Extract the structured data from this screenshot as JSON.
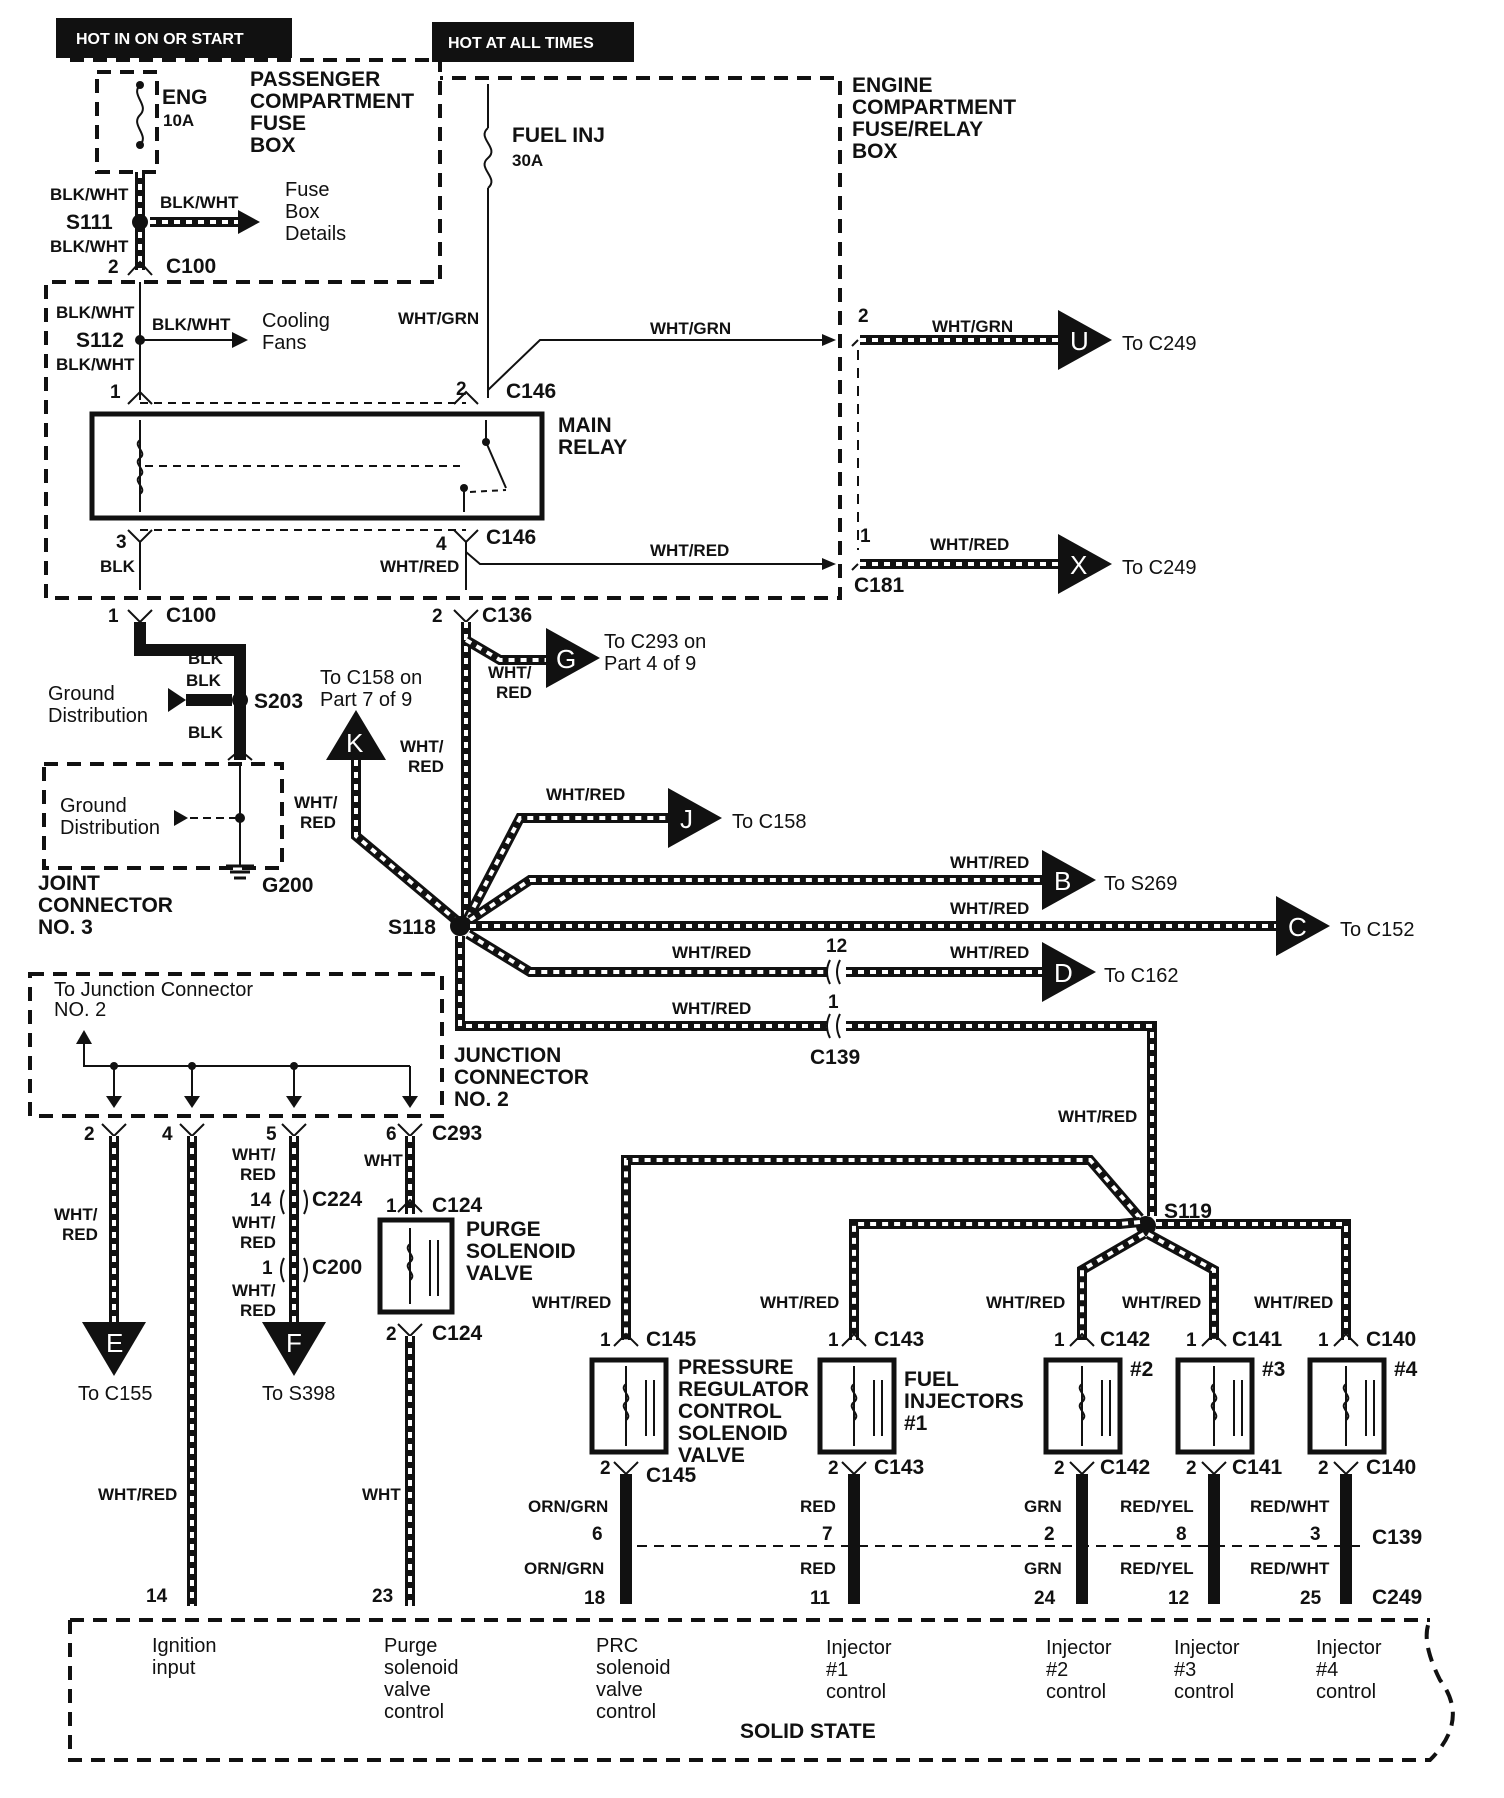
{
  "banners": {
    "hot_in_on": "HOT IN ON OR START",
    "hot_all_times": "HOT AT ALL TIMES"
  },
  "fuses": {
    "eng": {
      "name": "ENG",
      "rating": "10A"
    },
    "fuel_inj": {
      "name": "FUEL INJ",
      "rating": "30A"
    }
  },
  "boxes": {
    "passenger_fuse_box": [
      "PASSENGER",
      "COMPARTMENT",
      "FUSE",
      "BOX"
    ],
    "engine_fuse_relay_box": [
      "ENGINE",
      "COMPARTMENT",
      "FUSE/RELAY",
      "BOX"
    ],
    "main_relay": [
      "MAIN",
      "RELAY"
    ],
    "joint_connector": [
      "JOINT",
      "CONNECTOR",
      "NO. 3"
    ],
    "junction_connector": [
      "JUNCTION",
      "CONNECTOR",
      "NO. 2"
    ],
    "solid_state": "SOLID STATE"
  },
  "splices": {
    "s111": "S111",
    "s112": "S112",
    "s203": "S203",
    "s118": "S118",
    "s119": "S119"
  },
  "connectors": {
    "c100": "C100",
    "c146": "C146",
    "c136": "C136",
    "c181": "C181",
    "c139": "C139",
    "c293": "C293",
    "c224": "C224",
    "c200": "C200",
    "c124": "C124",
    "c145": "C145",
    "c143": "C143",
    "c142": "C142",
    "c141": "C141",
    "c140": "C140",
    "c249": "C249",
    "g200": "G200"
  },
  "wire_colors": {
    "blk_wht": "BLK/WHT",
    "wht_grn": "WHT/GRN",
    "wht_red": "WHT/RED",
    "blk": "BLK",
    "wht": "WHT",
    "orn_grn": "ORN/GRN",
    "red": "RED",
    "grn": "GRN",
    "red_yel": "RED/YEL",
    "red_wht": "RED/WHT",
    "wht_slash": "WHT/",
    "red_only": "RED"
  },
  "side_labels": {
    "fuse_box_details": [
      "Fuse",
      "Box",
      "Details"
    ],
    "cooling_fans": [
      "Cooling",
      "Fans"
    ],
    "ground_distribution": [
      "Ground",
      "Distribution"
    ],
    "to_junction_connector": [
      "To Junction Connector",
      "NO. 2"
    ]
  },
  "offpage": {
    "u": {
      "letter": "U",
      "text": "To C249"
    },
    "x": {
      "letter": "X",
      "text": "To C249"
    },
    "g": {
      "letter": "G",
      "text": [
        "To C293 on",
        "Part 4 of 9"
      ]
    },
    "k": {
      "letter": "K",
      "text": [
        "To C158 on",
        "Part 7 of 9"
      ]
    },
    "j": {
      "letter": "J",
      "text": "To C158"
    },
    "b": {
      "letter": "B",
      "text": "To S269"
    },
    "c": {
      "letter": "C",
      "text": "To C152"
    },
    "d": {
      "letter": "D",
      "text": "To C162"
    },
    "e": {
      "letter": "E",
      "text": "To C155"
    },
    "f": {
      "letter": "F",
      "text": "To S398"
    }
  },
  "components": {
    "purge": [
      "PURGE",
      "SOLENOID",
      "VALVE"
    ],
    "prc": [
      "PRESSURE",
      "REGULATOR",
      "CONTROL",
      "SOLENOID",
      "VALVE"
    ],
    "fuel_inj": [
      "FUEL",
      "INJECTORS",
      "#1"
    ],
    "inj2": "#2",
    "inj3": "#3",
    "inj4": "#4"
  },
  "pins": {
    "p1": "1",
    "p2": "2",
    "p3": "3",
    "p4": "4",
    "p5": "5",
    "p6": "6",
    "p7": "7",
    "p8": "8",
    "p11": "11",
    "p12": "12",
    "p14": "14",
    "p18": "18",
    "p23": "23",
    "p24": "24",
    "p25": "25"
  },
  "ecu_inputs": [
    [
      "Ignition",
      "input"
    ],
    [
      "Purge",
      "solenoid",
      "valve",
      "control"
    ],
    [
      "PRC",
      "solenoid",
      "valve",
      "control"
    ],
    [
      "Injector",
      "#1",
      "control"
    ],
    [
      "Injector",
      "#2",
      "control"
    ],
    [
      "Injector",
      "#3",
      "control"
    ],
    [
      "Injector",
      "#4",
      "control"
    ]
  ]
}
